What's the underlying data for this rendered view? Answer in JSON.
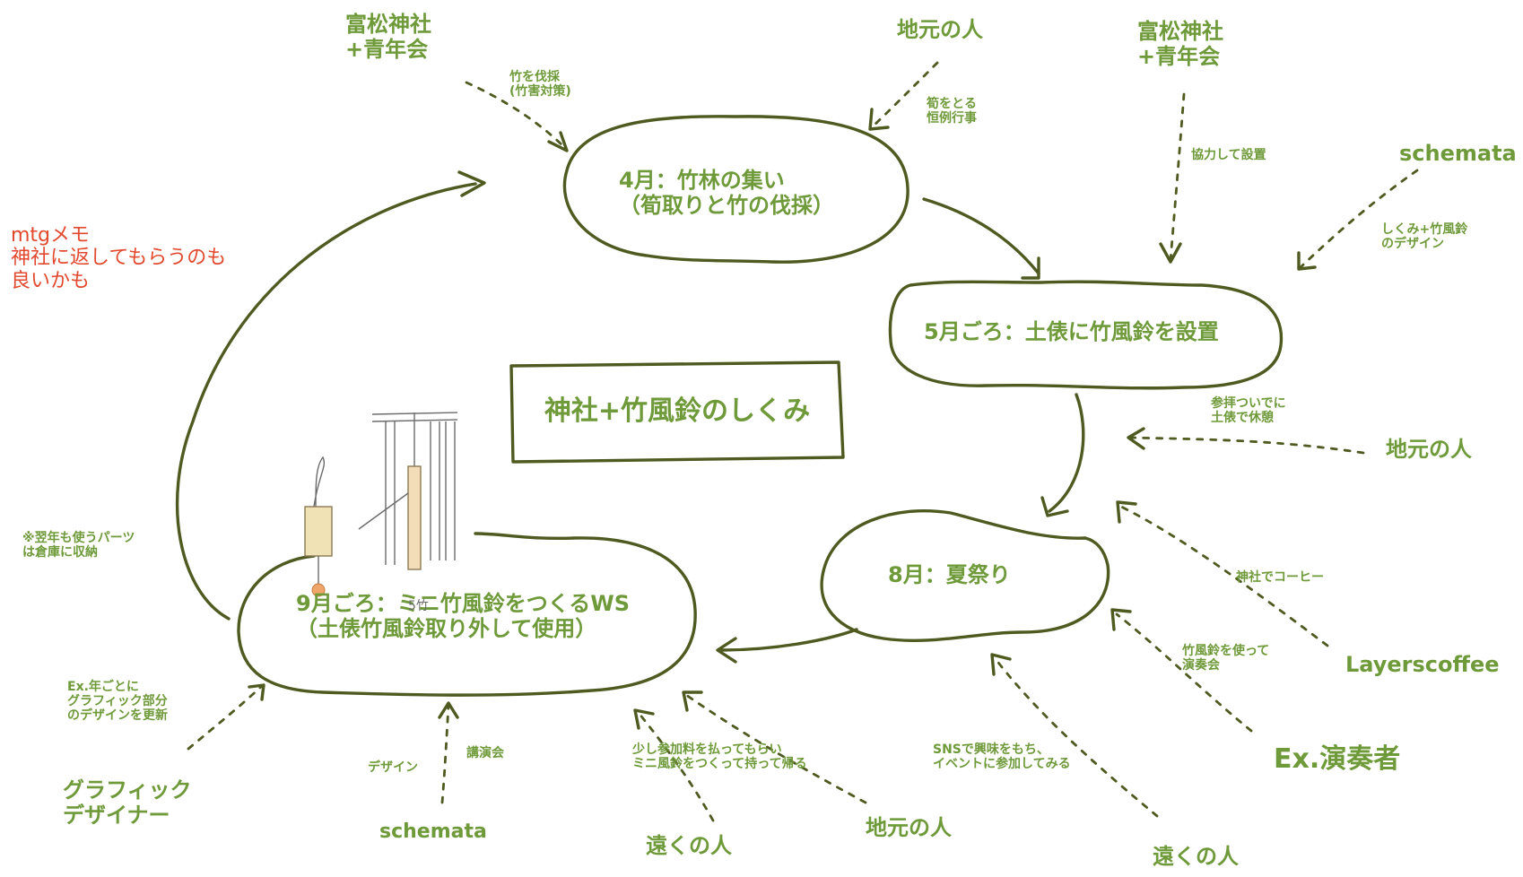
{
  "title": "神社+竹風鈴のしくみ",
  "memo": "mtgメモ\n神社に返してもらうのも\n良いかも",
  "stages": {
    "april": "4月：竹林の集い\n（筍取りと竹の伐採）",
    "may": "5月ごろ：土俵に竹風鈴を設置",
    "august": "8月：夏祭り",
    "september": "9月ごろ：ミニ竹風鈴をつくるWS\n（土俵竹風鈴取り外して使用）"
  },
  "actors": {
    "shrine_left": "富松神社\n+青年会",
    "local_top": "地元の人",
    "shrine_right": "富松神社\n+青年会",
    "schemata_right": "schemata",
    "local_right": "地元の人",
    "layerscoffee": "Layerscoffee",
    "performer": "Ex.演奏者",
    "far_right": "遠くの人",
    "local_bottom": "地元の人",
    "far_bottom": "遠くの人",
    "schemata_bottom": "schemata",
    "designer": "グラフィック\nデザイナー"
  },
  "notes": {
    "bamboo_cut": "竹を伐採\n(竹害対策)",
    "bamboo_shoot": "筍をとる\n恒例行事",
    "install_together": "協力して設置",
    "design_mech": "しくみ+竹風鈴\nのデザイン",
    "rest": "参拝ついでに\n土俵で休憩",
    "coffee": "神社でコーヒー",
    "concert": "竹風鈴を使って\n演奏会",
    "sns": "SNSで興味をもち、\nイベントに参加してみる",
    "fee": "少し参加料を払ってもらい\nミニ風鈴をつくって持って帰る",
    "lecture": "講演会",
    "design": "デザイン",
    "graphic_update": "Ex.年ごとに\nグラフィック部分\nのデザインを更新",
    "storage": "※翌年も使うパーツ\nは倉庫に収納"
  },
  "sketch_label": "5竹"
}
